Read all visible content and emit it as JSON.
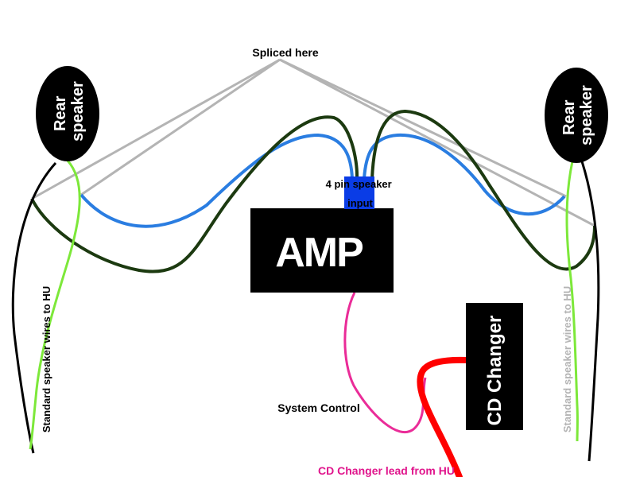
{
  "labels": {
    "spliced": "Spliced here",
    "pin_input_line1": "4 pin speaker",
    "pin_input_line2": "input",
    "amp": "AMP",
    "rear_speaker_left_line1": "Rear",
    "rear_speaker_left_line2": "speaker",
    "rear_speaker_right_line1": "Rear",
    "rear_speaker_right_line2": "speaker",
    "std_wires_left": "Standard speaker wires to HU",
    "std_wires_right": "Standard speaker wires to HU",
    "cd_changer": "CD Changer",
    "system_control": "System Control",
    "cd_lead": "CD Changer lead from HU"
  },
  "colors": {
    "background": "#ffffff",
    "box_fill": "#000000",
    "box_text": "#ffffff",
    "connector": "#0a3ce6",
    "wire_blue": "#2a7de1",
    "wire_darkgreen": "#1c3a10",
    "wire_lime": "#7de83a",
    "wire_black": "#000000",
    "wire_gray": "#b4b4b4",
    "wire_magenta": "#ea2c98",
    "wire_red": "#ff0000",
    "label_magenta": "#e0158c",
    "label_gray": "#b4b4b4"
  }
}
